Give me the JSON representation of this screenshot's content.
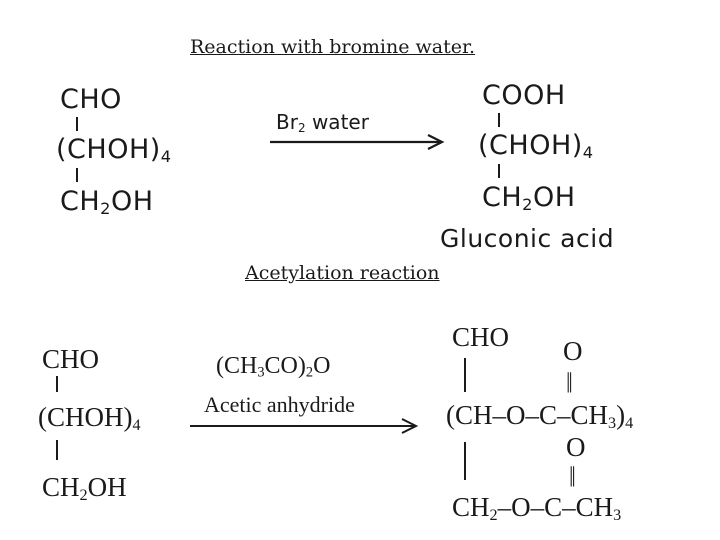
{
  "section1": {
    "title": "Reaction with bromine water.",
    "reactant": {
      "line1": "CHO",
      "line2_main": "(CHOH)",
      "line2_sub": "4",
      "line3_a": "CH",
      "line3_sub": "2",
      "line3_b": "OH"
    },
    "reagent": {
      "main": "Br",
      "sub": "2",
      "rest": " water"
    },
    "product": {
      "line1": "COOH",
      "line2_main": "(CHOH)",
      "line2_sub": "4",
      "line3_a": "CH",
      "line3_sub": "2",
      "line3_b": "OH"
    },
    "product_name": "Gluconic acid"
  },
  "section2": {
    "title": "Acetylation reaction",
    "reactant": {
      "line1": "CHO",
      "line2_main": "(CHOH)",
      "line2_sub": "4",
      "line3_a": "CH",
      "line3_sub": "2",
      "line3_b": "OH"
    },
    "reagent_formula": {
      "a": "(CH",
      "s1": "3",
      "b": "CO)",
      "s2": "2",
      "c": "O"
    },
    "reagent_name": "Acetic anhydride",
    "product": {
      "line1": "CHO",
      "o_upper": "O",
      "dbl_upper": "||",
      "line2_main": "(CH–O–C–CH",
      "line2_sub": "3",
      "line2_close": ")",
      "line2_sub2": "4",
      "o_lower": "O",
      "dbl_lower": "||",
      "line3_a": "CH",
      "line3_sub": "2",
      "line3_b": "–O–C–CH",
      "line3_sub2": "3"
    }
  }
}
